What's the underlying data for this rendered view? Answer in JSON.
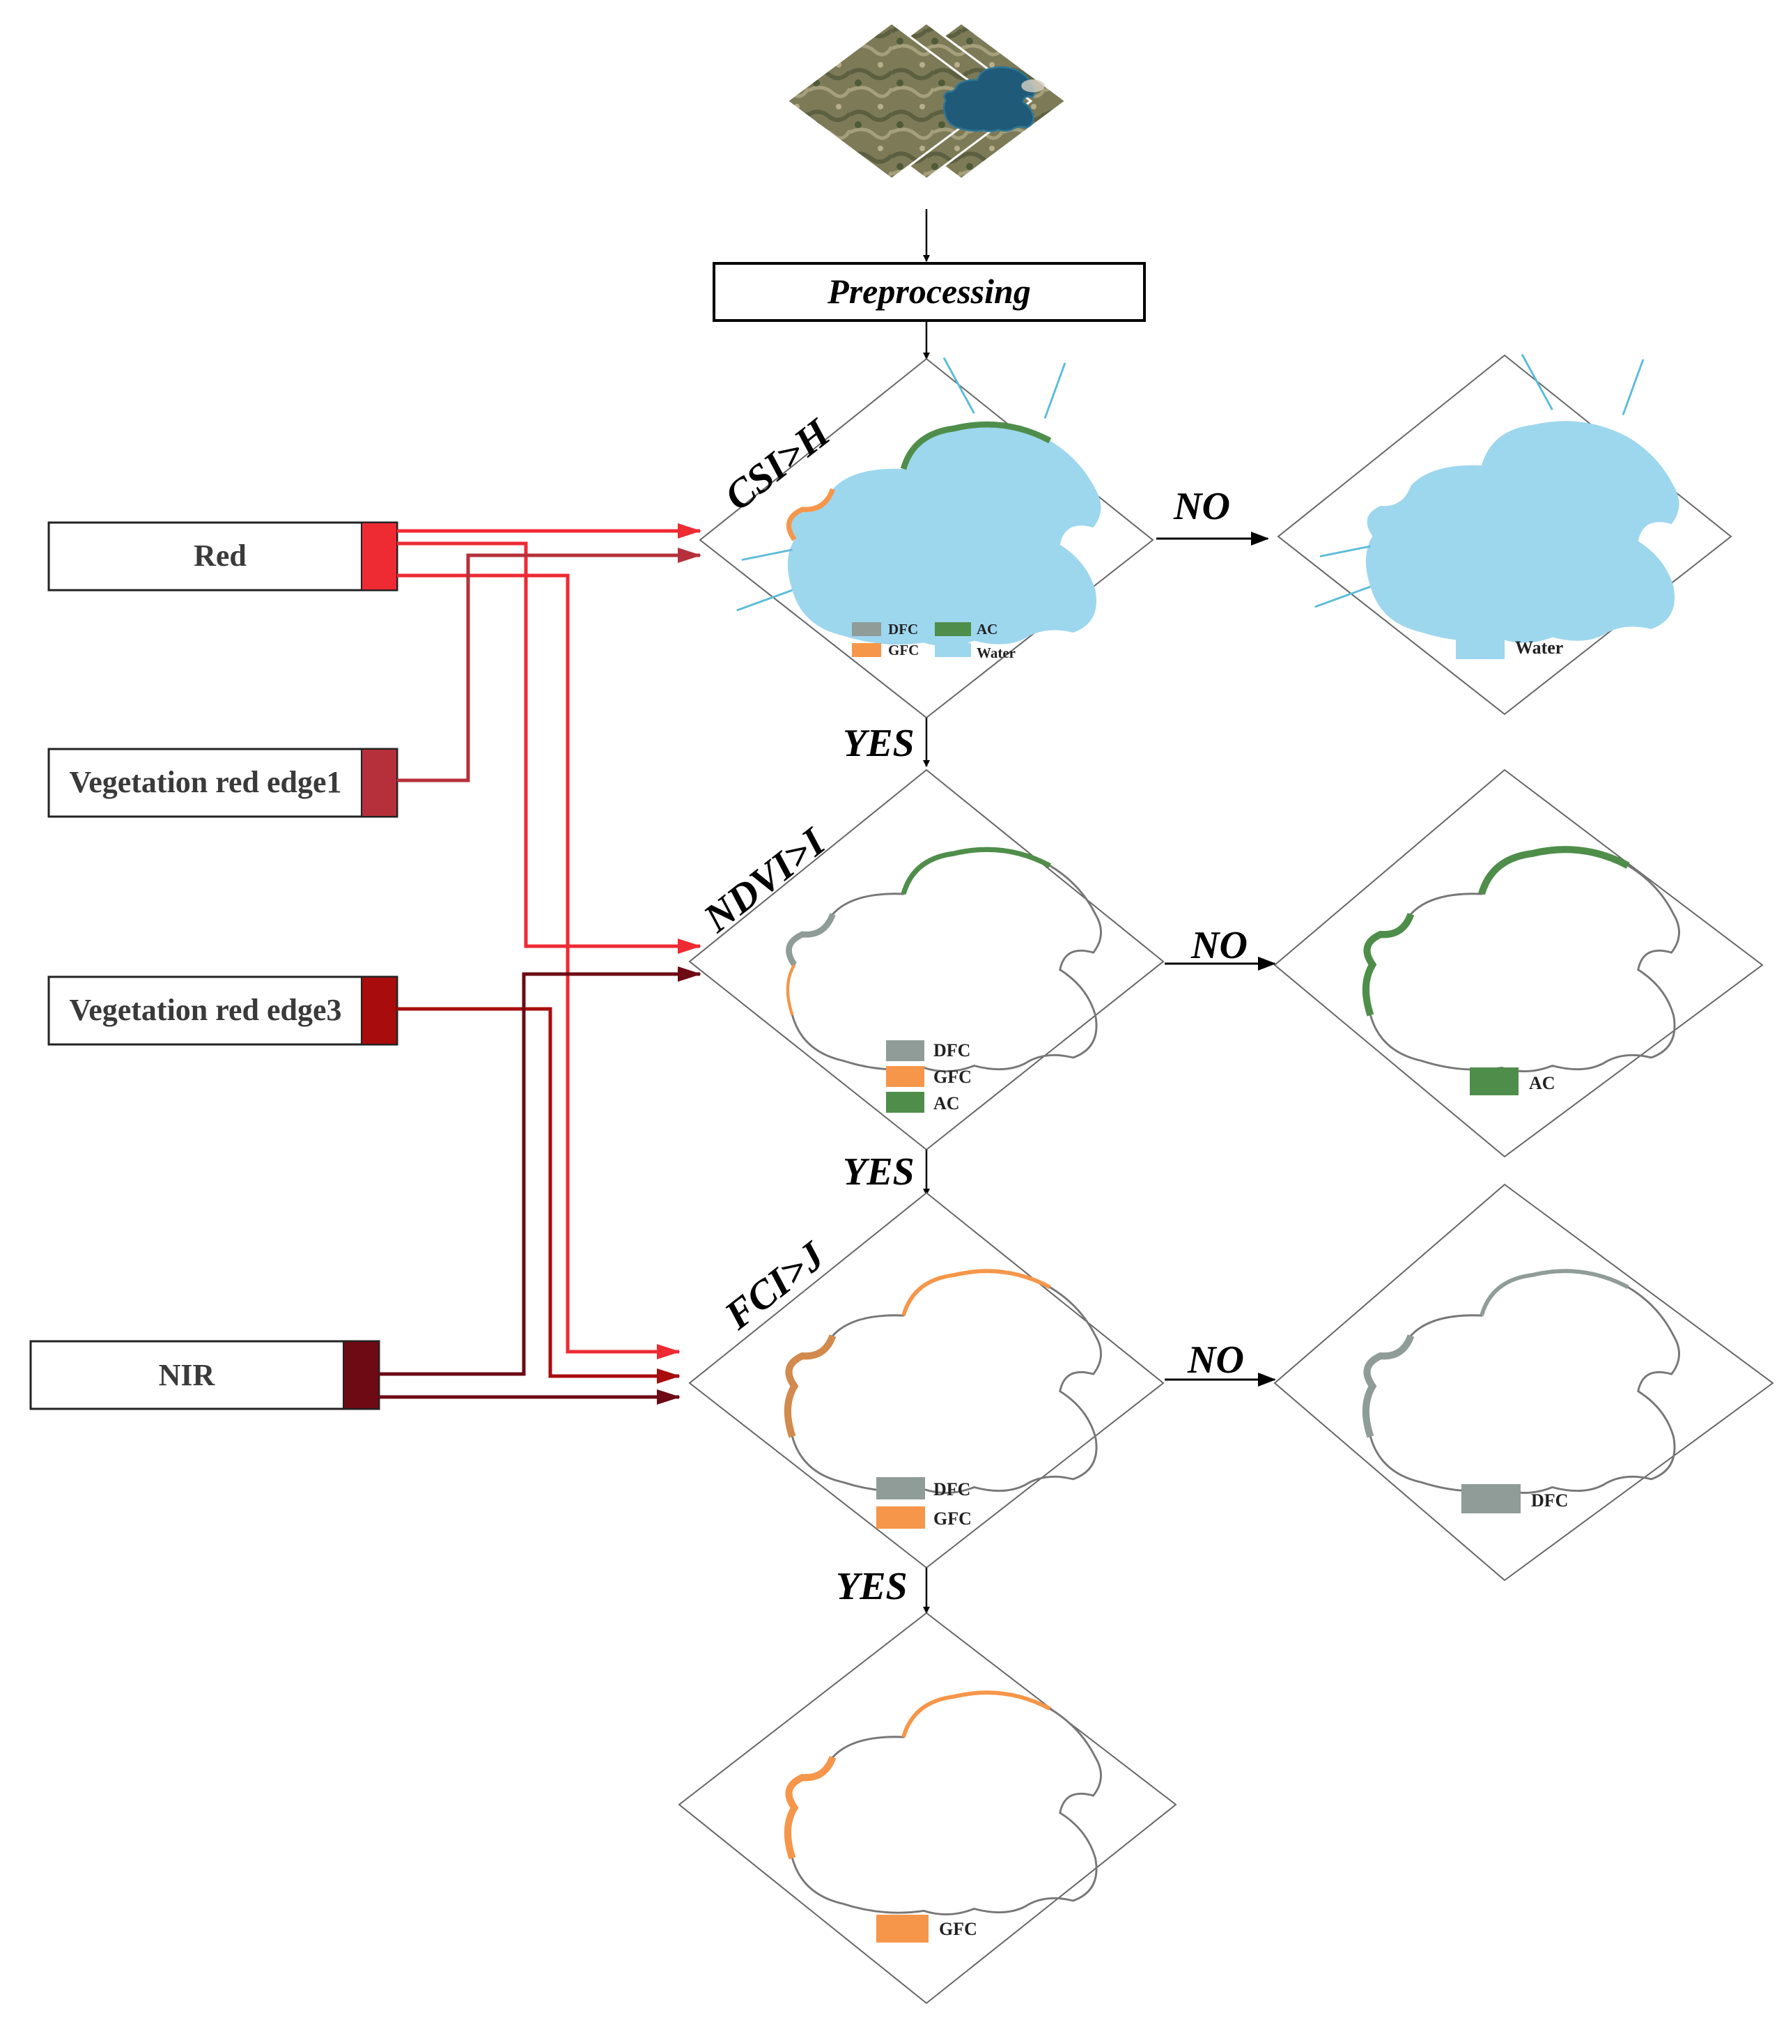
{
  "preprocessing": {
    "label": "Preprocessing"
  },
  "bands": {
    "red": {
      "label": "Red",
      "color": "#ee2a33"
    },
    "rededge1": {
      "label": "Vegetation red edge1",
      "color": "#b5303a"
    },
    "rededge3": {
      "label": "Vegetation red edge3",
      "color": "#a80c0c"
    },
    "nir": {
      "label": "NIR",
      "color": "#6e0a14"
    }
  },
  "conditions": {
    "csi": "CSI>H",
    "ndvi": "NDVI>I",
    "fci": "FCI>J"
  },
  "branches": {
    "yes": "YES",
    "no": "NO"
  },
  "legend": {
    "dfc": {
      "label": "DFC",
      "color": "#8f9c98"
    },
    "gfc": {
      "label": "GFC",
      "color": "#f6964a"
    },
    "ac": {
      "label": "AC",
      "color": "#4f8e4a"
    },
    "water": {
      "label": "Water",
      "color": "#9dd7ee"
    }
  }
}
